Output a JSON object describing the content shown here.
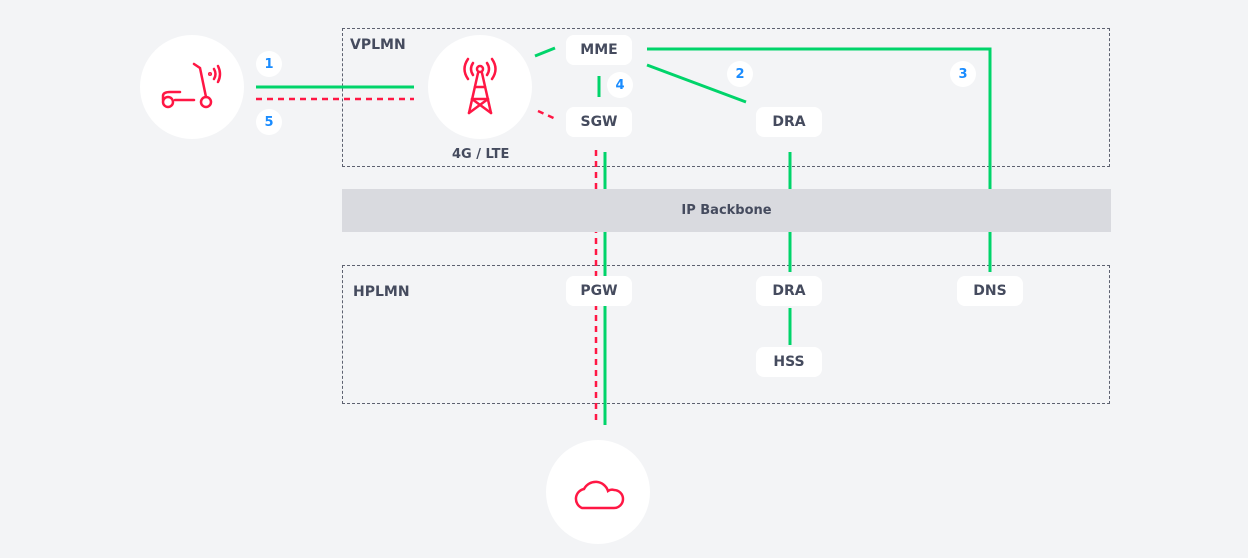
{
  "zones": {
    "visited": "VPLMN",
    "home": "HPLMN"
  },
  "backbone": "IP Backbone",
  "radio_label": "4G / LTE",
  "nodes": {
    "mme": "MME",
    "sgw": "SGW",
    "dra_visited": "DRA",
    "pgw": "PGW",
    "dra_home": "DRA",
    "hss": "HSS",
    "dns": "DNS"
  },
  "steps": [
    "1",
    "2",
    "3",
    "4",
    "5"
  ],
  "colors": {
    "green": "#00d46a",
    "red": "#ff1744",
    "badge": "#1a8cff",
    "text": "#454b5e"
  },
  "icons": {
    "device": "scooter-icon",
    "radio": "cell-tower-icon",
    "internet": "cloud-icon"
  }
}
